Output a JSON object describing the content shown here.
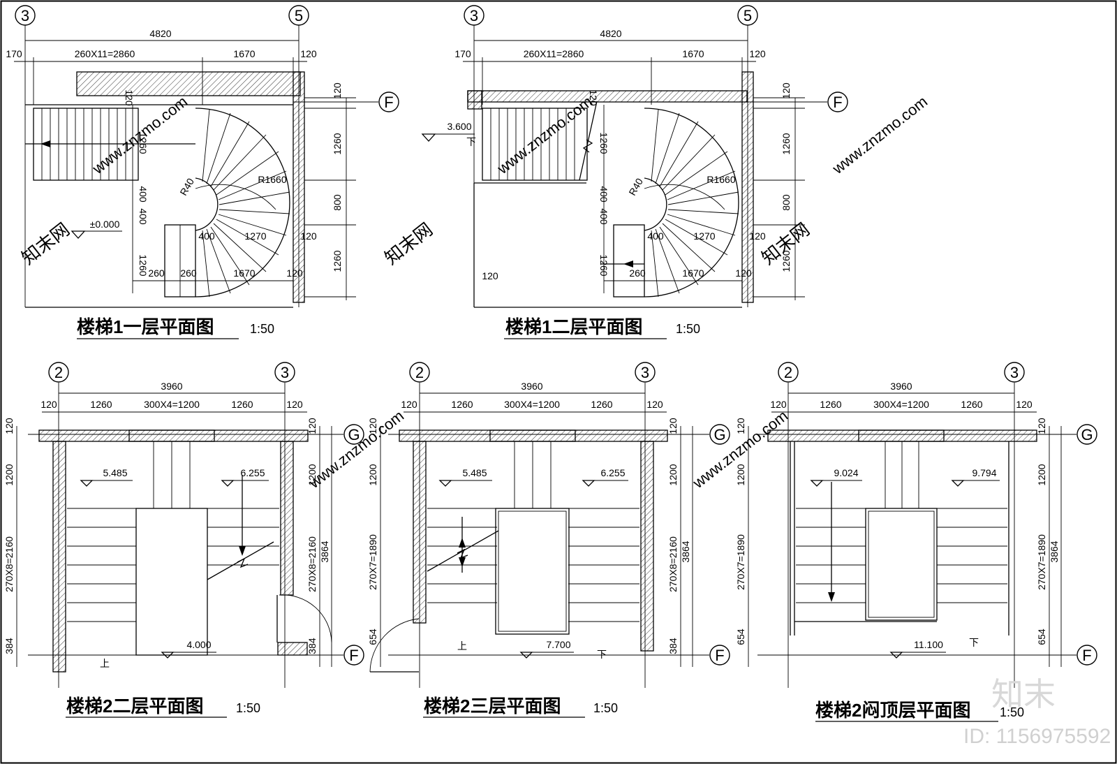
{
  "drawings": {
    "d1": {
      "title": "楼梯1一层平面图",
      "scale": "1:50",
      "axes": [
        "3",
        "5",
        "F"
      ],
      "top_dims": [
        "4820",
        "170",
        "260X11=2860",
        "1670",
        "120"
      ],
      "right_dims": [
        "120",
        "1260",
        "800",
        "1260"
      ],
      "inner": [
        "120",
        "1260",
        "R1660",
        "R40",
        "400",
        "400",
        "400",
        "1270",
        "1260",
        "260",
        "260",
        "1670",
        "120",
        "120"
      ],
      "level": "±0.000"
    },
    "d2": {
      "title": "楼梯1二层平面图",
      "scale": "1:50",
      "axes": [
        "3",
        "5",
        "F"
      ],
      "top_dims": [
        "4820",
        "170",
        "260X11=2860",
        "1670",
        "120"
      ],
      "right_dims": [
        "120",
        "1260",
        "800",
        "1260"
      ],
      "inner": [
        "120",
        "1260",
        "R1660",
        "R40",
        "400",
        "400",
        "400",
        "1270",
        "1260",
        "260",
        "1670",
        "120",
        "120",
        "120"
      ],
      "level": "3.600",
      "down": "下"
    },
    "d3": {
      "title": "楼梯2二层平面图",
      "scale": "1:50",
      "axes": [
        "2",
        "3",
        "G",
        "F"
      ],
      "top_dims": [
        "3960",
        "120",
        "1260",
        "300X4=1200",
        "1260",
        "120"
      ],
      "left_dims": [
        "120",
        "1200",
        "270X8=2160",
        "384"
      ],
      "right_dims": [
        "120",
        "1200",
        "270X8=2160",
        "384",
        "3864"
      ],
      "levels": [
        "5.485",
        "6.255",
        "4.000"
      ],
      "up": "上"
    },
    "d4": {
      "title": "楼梯2三层平面图",
      "scale": "1:50",
      "axes": [
        "2",
        "3",
        "G",
        "F"
      ],
      "top_dims": [
        "3960",
        "120",
        "1260",
        "300X4=1200",
        "1260",
        "120"
      ],
      "left_dims": [
        "120",
        "1200",
        "270X7=1890",
        "654"
      ],
      "right_dims": [
        "120",
        "1200",
        "270X8=2160",
        "384",
        "3864"
      ],
      "levels": [
        "5.485",
        "6.255",
        "7.700"
      ],
      "up": "上",
      "down": "下"
    },
    "d5": {
      "title": "楼梯2闷顶层平面图",
      "scale": "1:50",
      "axes": [
        "2",
        "3",
        "G",
        "F"
      ],
      "top_dims": [
        "3960",
        "120",
        "1260",
        "300X4=1200",
        "1260",
        "120"
      ],
      "left_dims": [
        "120",
        "1200",
        "270X7=1890",
        "654"
      ],
      "right_dims": [
        "120",
        "1200",
        "270X7=1890",
        "654",
        "3864"
      ],
      "levels": [
        "9.024",
        "9.794",
        "11.100"
      ],
      "down": "下"
    }
  },
  "watermark": {
    "logo": "知末",
    "id": "ID: 1156975592",
    "url": "www.znzmo.com",
    "brand": "知末网"
  }
}
